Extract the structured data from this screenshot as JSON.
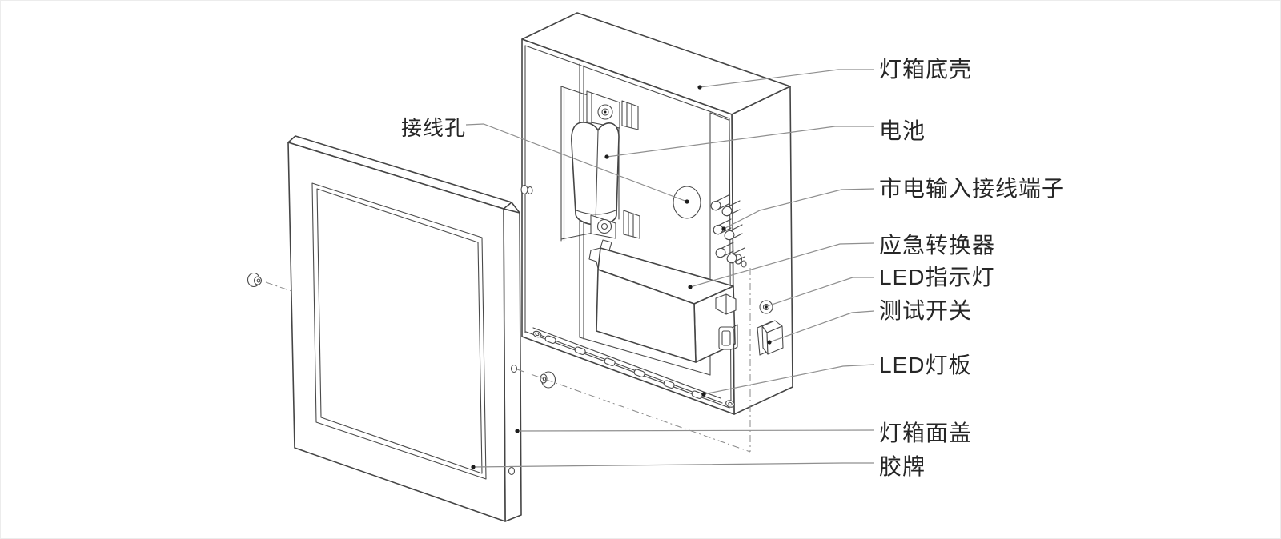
{
  "diagram": {
    "labels": {
      "wiring_hole": "接线孔",
      "box_shell": "灯箱底壳",
      "battery": "电池",
      "mains_input_terminal": "市电输入接线端子",
      "emergency_converter": "应急转换器",
      "led_indicator": "LED指示灯",
      "test_switch": "测试开关",
      "led_board": "LED灯板",
      "box_front_cover": "灯箱面盖",
      "sign_panel": "胶牌"
    },
    "colors": {
      "part_line": "#454545",
      "leader_line": "#8f8f8f",
      "text": "#262626",
      "background": "#ffffff"
    }
  }
}
